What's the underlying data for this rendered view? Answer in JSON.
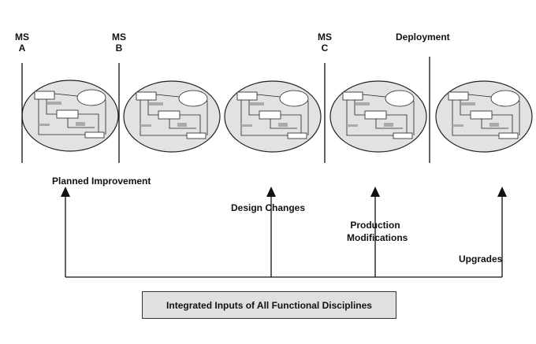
{
  "milestones": [
    {
      "line1": "MS",
      "line2": "A"
    },
    {
      "line1": "MS",
      "line2": "B"
    },
    {
      "line1": "MS",
      "line2": "C"
    },
    {
      "line1": "Deployment",
      "line2": ""
    }
  ],
  "inputs": {
    "planned": "Planned Improvement",
    "design": "Design Changes",
    "production_1": "Production",
    "production_2": "Modifications",
    "upgrades": "Upgrades"
  },
  "bottom_box": "Integrated Inputs of All Functional Disciplines"
}
